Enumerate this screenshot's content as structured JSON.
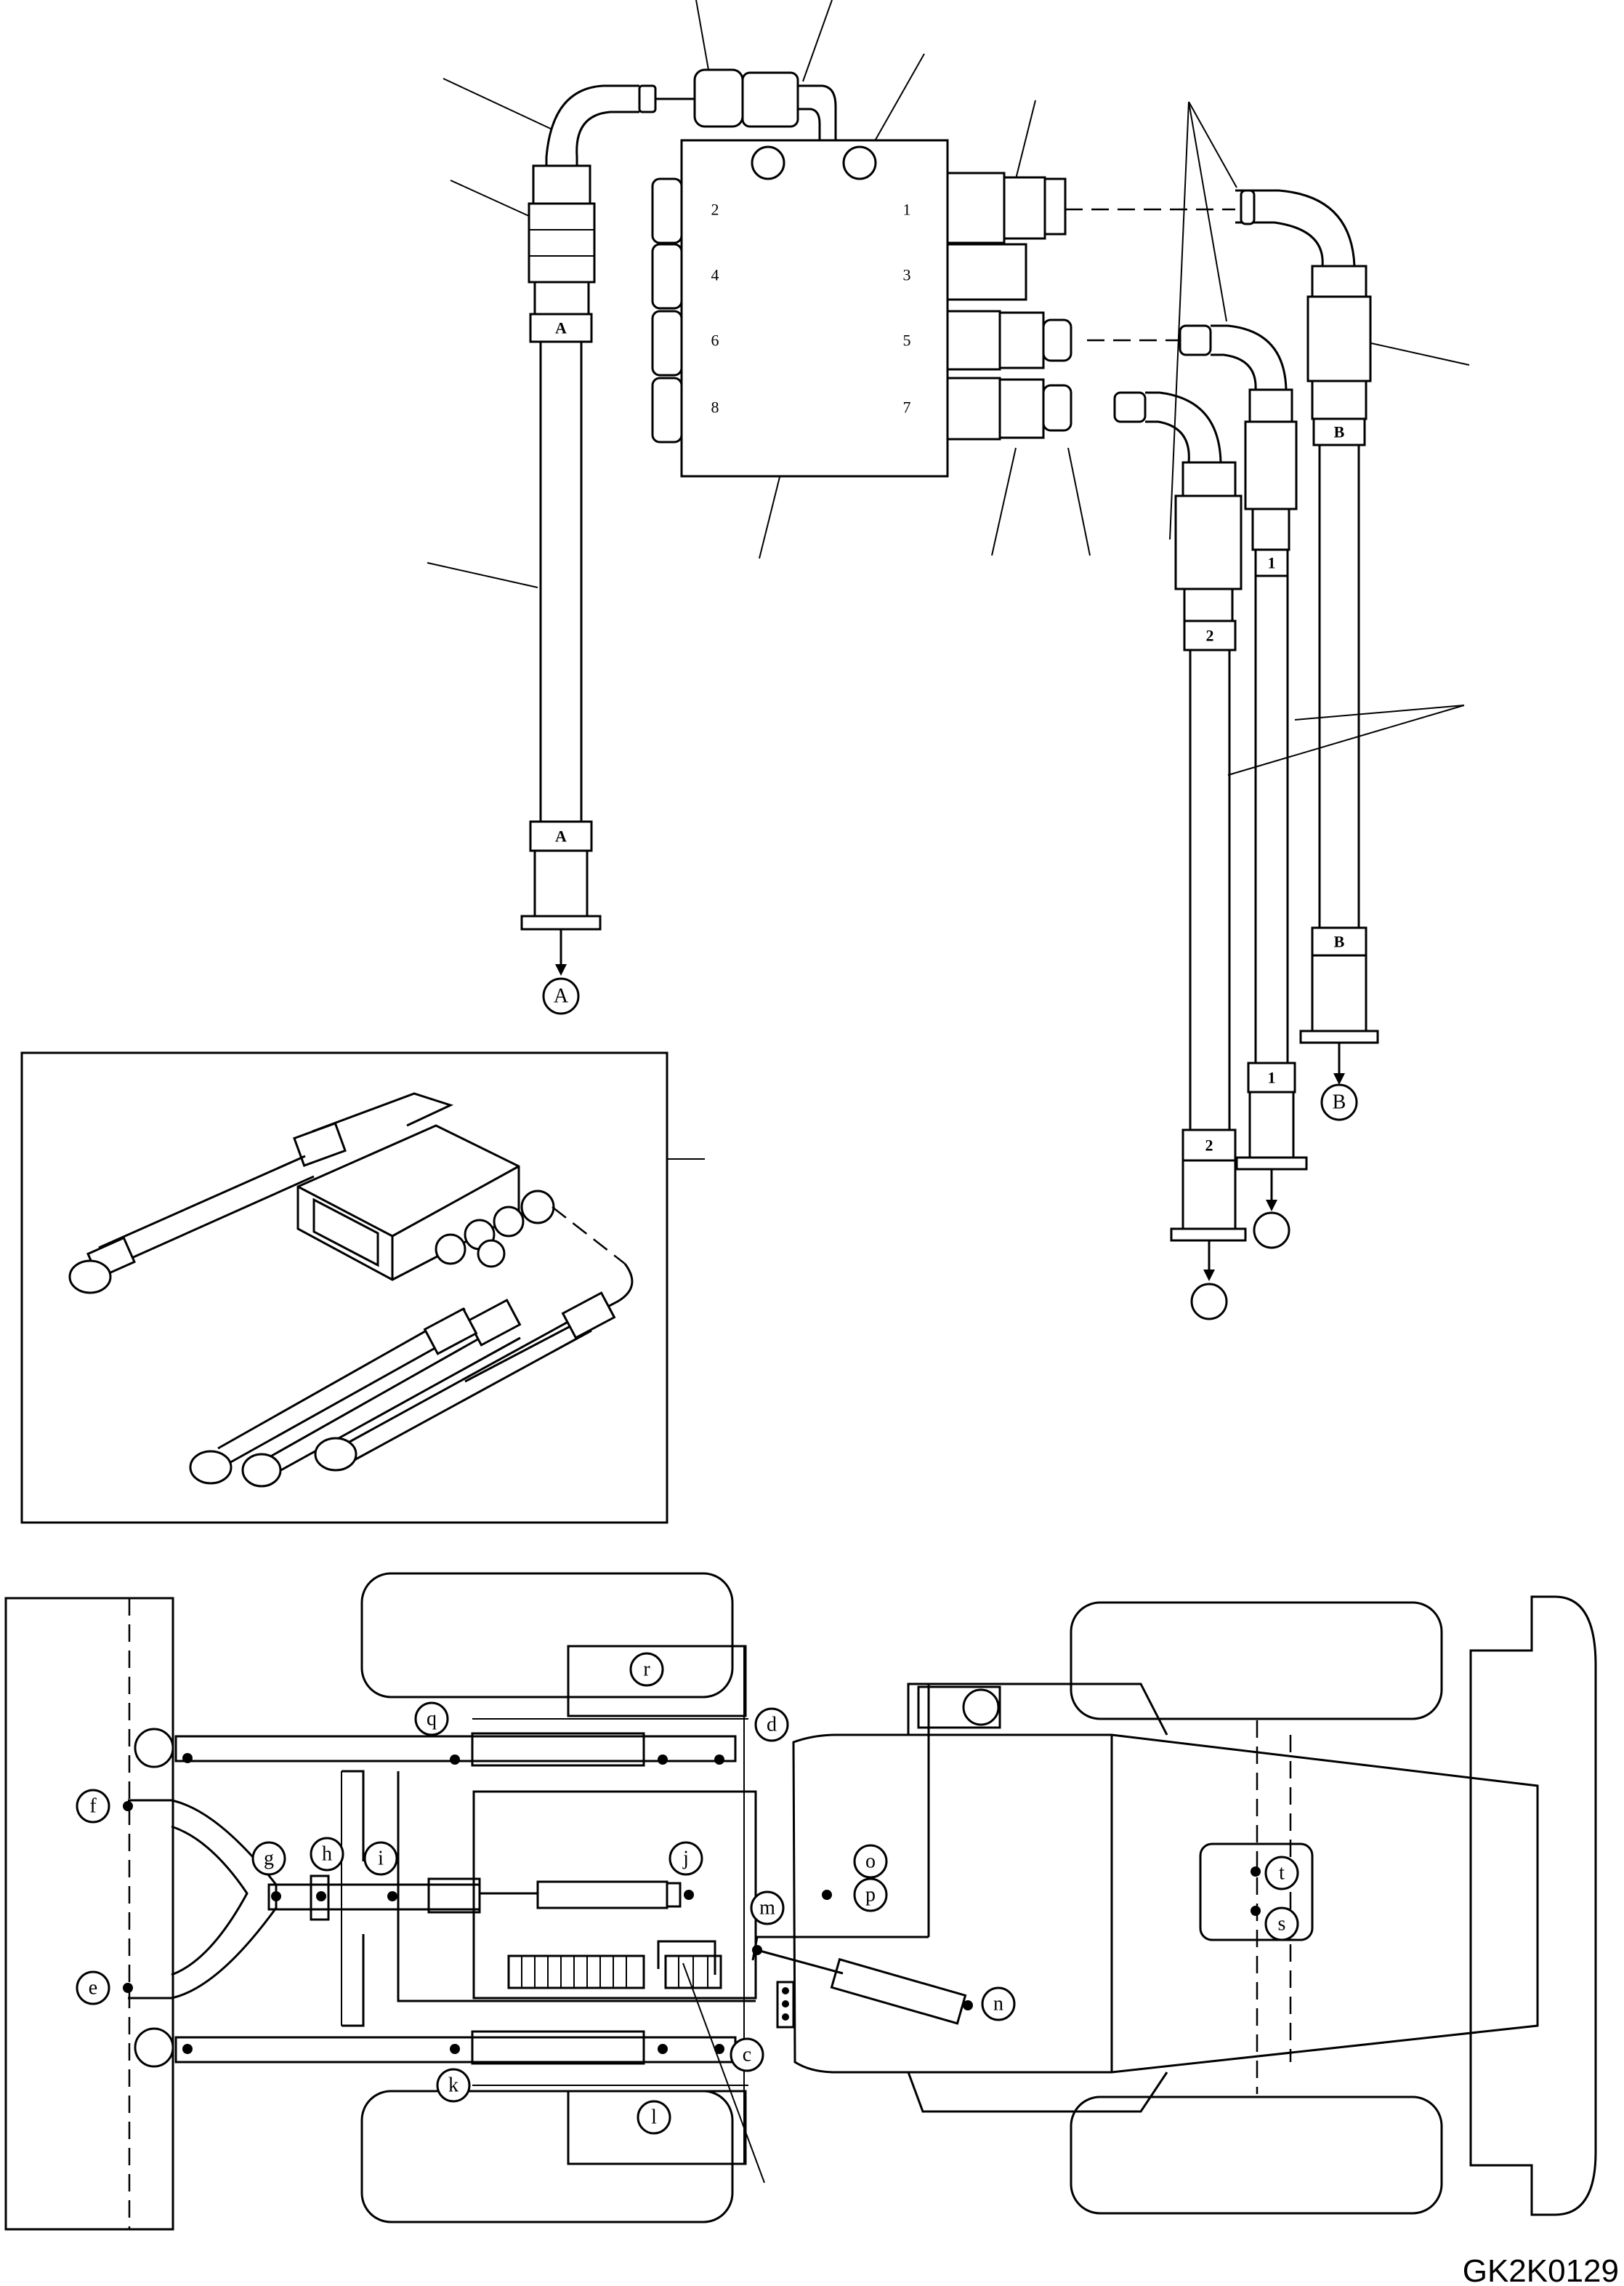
{
  "drawing_code": "GK2K0129",
  "valve_ports": [
    "1",
    "2",
    "3",
    "4",
    "5",
    "6",
    "7",
    "8"
  ],
  "hose_tags": {
    "a": "A",
    "b": "B",
    "one": "1",
    "two": "2"
  },
  "hose_end_labels": {
    "a": "A",
    "b": "B"
  },
  "chassis_labels": [
    "c",
    "d",
    "e",
    "f",
    "g",
    "h",
    "i",
    "j",
    "k",
    "l",
    "m",
    "n",
    "o",
    "p",
    "q",
    "r",
    "s",
    "t"
  ]
}
